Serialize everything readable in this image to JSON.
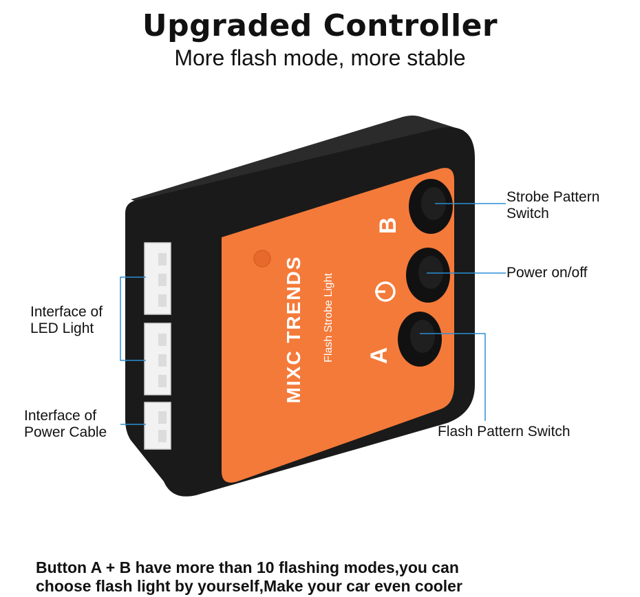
{
  "header": {
    "title": "Upgraded Controller",
    "subtitle": "More flash mode, more stable"
  },
  "device": {
    "brand": "MIXC TRENDS",
    "product": "Flash Strobe Light",
    "button_a_label": "A",
    "button_b_label": "B",
    "colors": {
      "case": "#1a1a1a",
      "panel": "#f47a3a",
      "connector": "#f2f2f2",
      "callout_line": "#2a8fd6"
    }
  },
  "callouts": {
    "strobe_line1": "Strobe Pattern",
    "strobe_line2": "Switch",
    "power": "Power on/off",
    "flash": "Flash Pattern Switch",
    "led_line1": "Interface of",
    "led_line2": "LED Light",
    "power_cable_line1": "Interface of",
    "power_cable_line2": "Power Cable"
  },
  "footer": {
    "line1": "Button A + B have more than 10 flashing modes,you can",
    "line2": "choose flash light by yourself,Make your car even cooler"
  }
}
